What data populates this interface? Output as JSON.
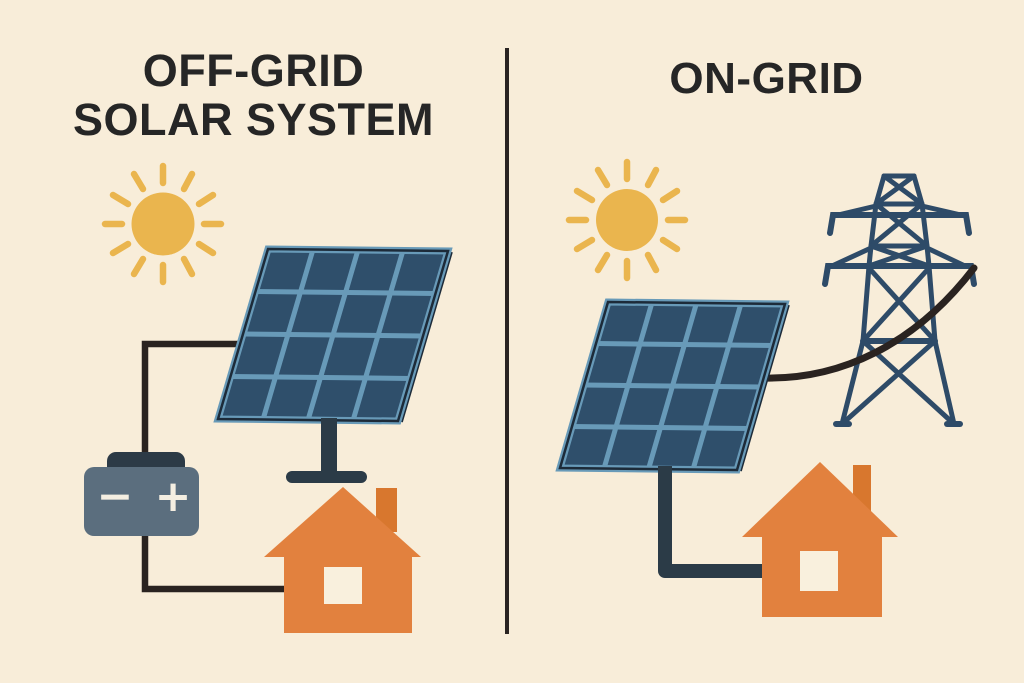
{
  "canvas": {
    "background_color": "#f8edd9",
    "divider_color": "#2a2422",
    "title_color": "#262626"
  },
  "off_grid": {
    "title_line1": "OFF-GRID",
    "title_line2": "SOLAR SYSTEM",
    "battery": {
      "minus_symbol": "−",
      "plus_symbol": "+"
    },
    "icons": {
      "sun": "sun-with-rays",
      "solar_panel": "4x4-tilted-panel-on-stand",
      "battery": "box-with-minus-plus-terminals",
      "house": "orange-house-with-chimney-and-window",
      "wires": "panel-to-battery-to-house"
    }
  },
  "on_grid": {
    "title": "ON-GRID",
    "icons": {
      "sun": "sun-with-rays",
      "solar_panel": "4x4-tilted-panel-on-stand",
      "transmission_tower": "lattice-pylon-two-crossarms",
      "house": "orange-house-with-chimney-and-window",
      "wires": "panel-to-tower-curved-and-panel-to-house"
    }
  },
  "colors": {
    "sun": "#eab54e",
    "panel_cell": "#2f4f6b",
    "panel_frame": "#689ab8",
    "panel_edge": "#1d2b39",
    "stand": "#2b3b47",
    "wire": "#2a2320",
    "battery_body": "#5b6e7e",
    "battery_cap": "#2c3a46",
    "battery_symbol": "#f4eee1",
    "house": "#e2813e",
    "chimney": "#d8772e",
    "window": "#f9f0dd",
    "tower": "#2e4b68"
  }
}
